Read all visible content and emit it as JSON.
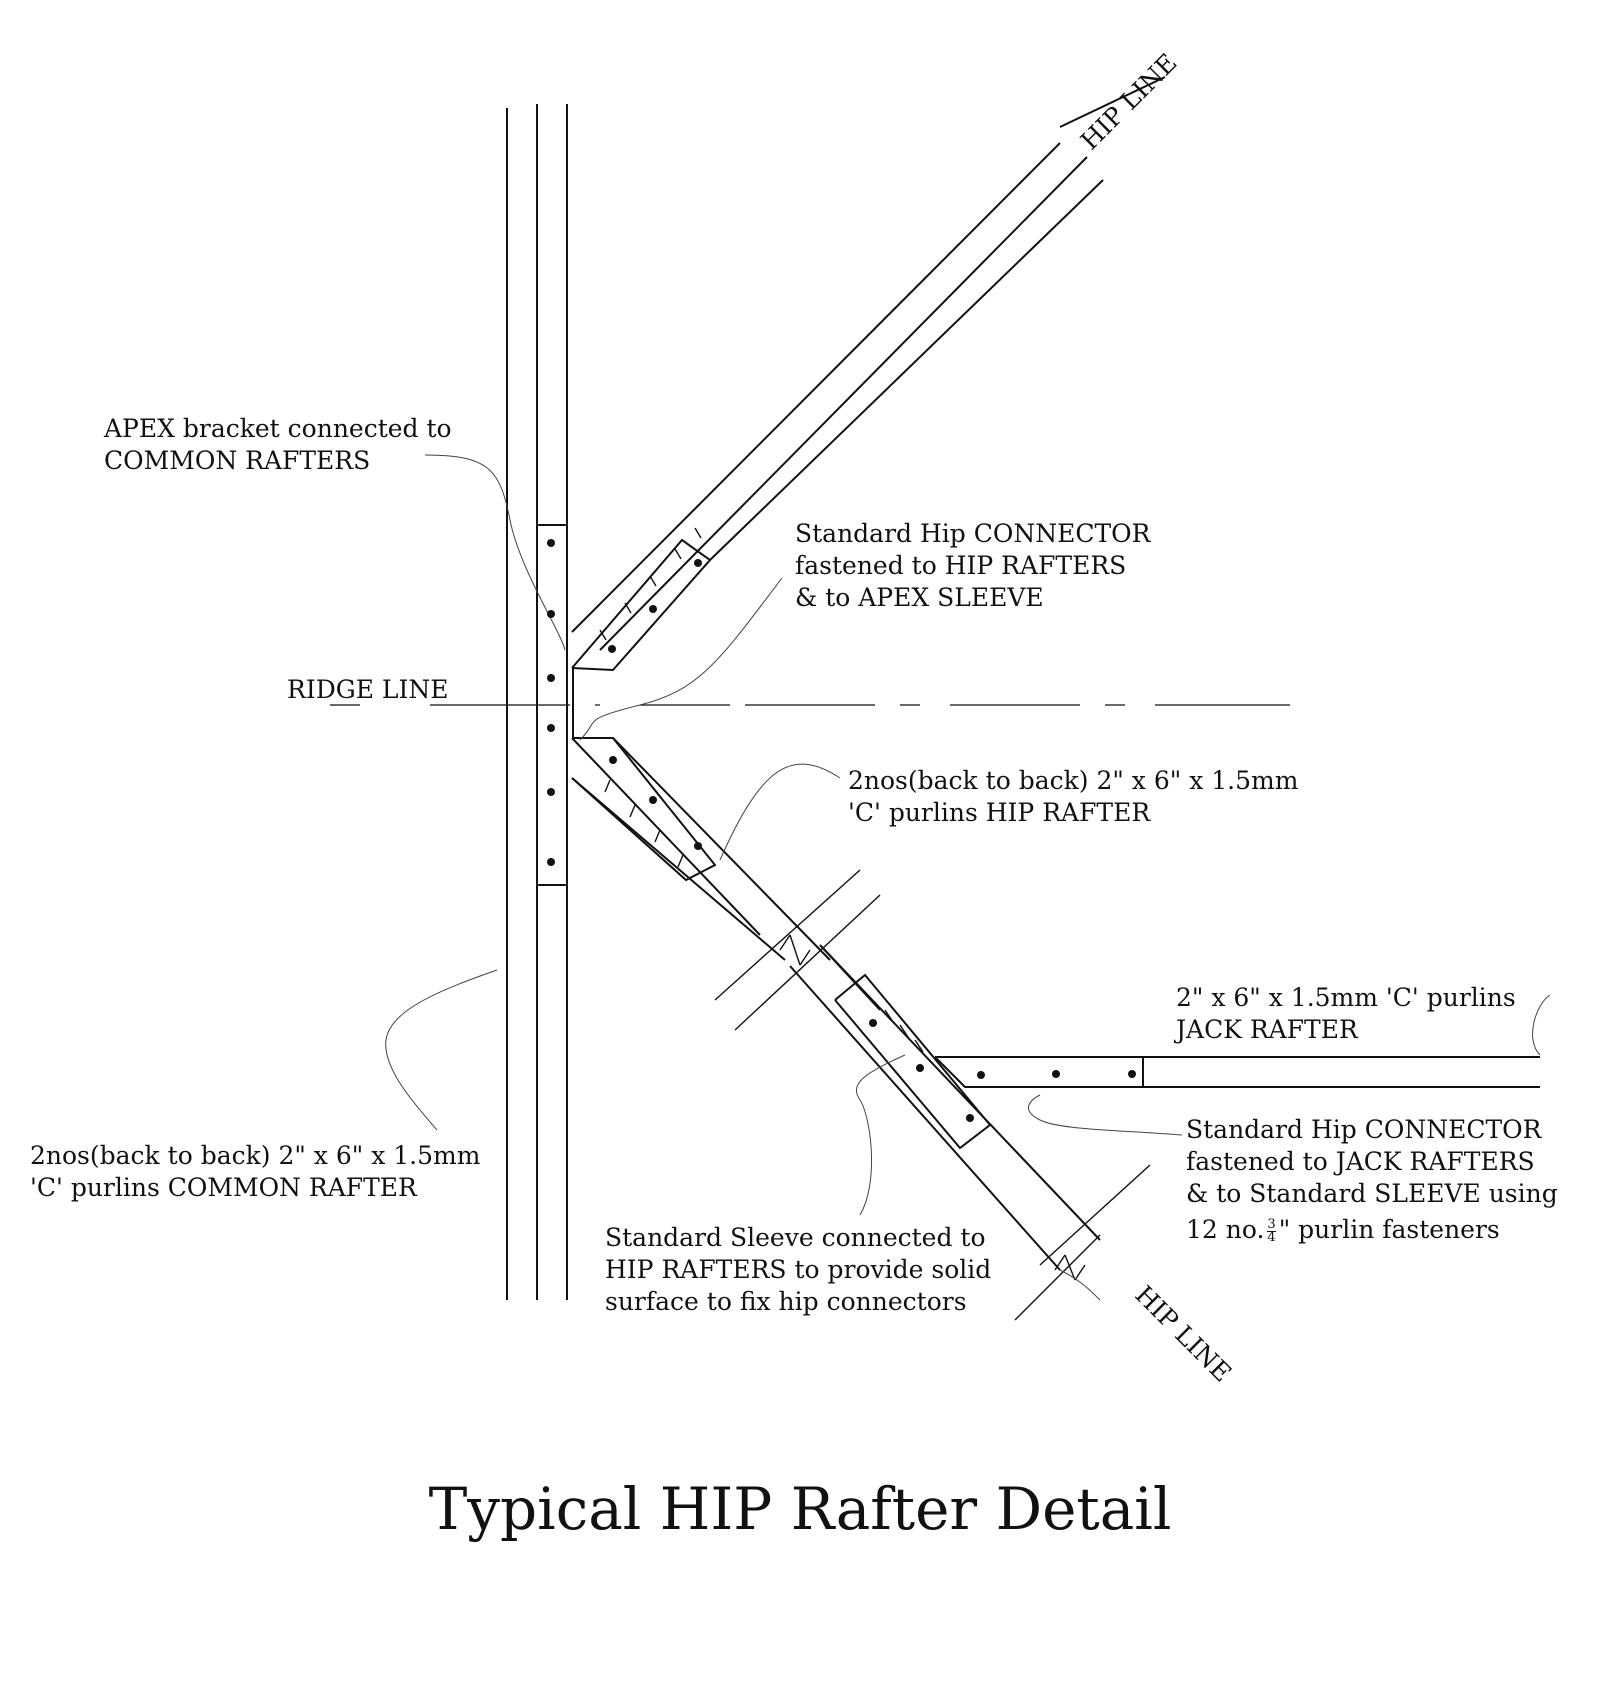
{
  "title": "Typical HIP Rafter Detail",
  "labels": {
    "hip_line_top": "HIP LINE",
    "hip_line_bottom": "HIP LINE",
    "ridge_line": "RIDGE LINE",
    "apex_bracket": [
      "APEX bracket connected to",
      "COMMON RAFTERS"
    ],
    "hip_connector_top": [
      "Standard Hip CONNECTOR",
      "fastened to HIP RAFTERS",
      "& to APEX SLEEVE"
    ],
    "hip_rafter_purlins": [
      "2nos(back to back) 2\" x 6\" x 1.5mm",
      "'C' purlins HIP RAFTER"
    ],
    "jack_rafter_purlins": [
      "2\" x 6\" x 1.5mm 'C' purlins",
      "JACK RAFTER"
    ],
    "common_rafter_purlins": [
      "2nos(back to back) 2\" x 6\" x 1.5mm",
      "'C' purlins COMMON RAFTER"
    ],
    "hip_connector_jack": {
      "lines": [
        "Standard Hip CONNECTOR",
        "fastened to JACK RAFTERS",
        "& to Standard SLEEVE using"
      ],
      "last_prefix": "12 no.",
      "frac_num": "3",
      "frac_den": "4",
      "last_suffix": "\" purlin fasteners"
    },
    "standard_sleeve": [
      "Standard Sleeve connected to",
      "HIP RAFTERS to provide solid",
      "surface to fix hip connectors"
    ]
  }
}
